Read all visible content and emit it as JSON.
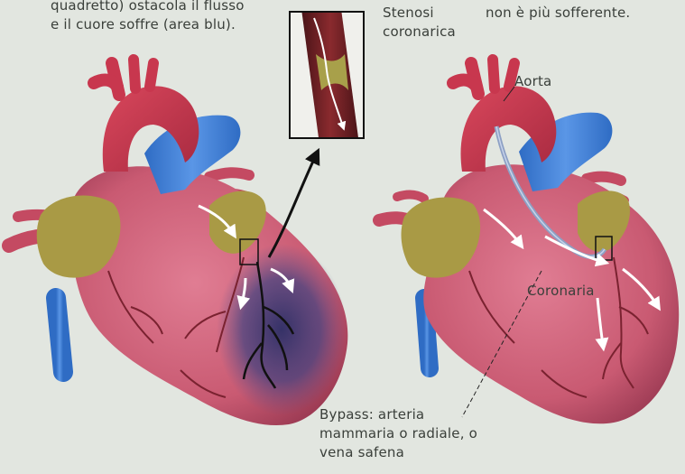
{
  "captions": {
    "left_line1": "quadretto) ostacola il flusso",
    "left_line2": "e il cuore soffre (area blu).",
    "stenosi_line1": "Stenosi",
    "stenosi_line2": "coronarica",
    "right_line1": "non è più sofferente."
  },
  "labels": {
    "aorta": "Aorta",
    "coronaria": "Coronaria",
    "bypass_line1": "Bypass: arteria",
    "bypass_line2": "mammaria o radiale, o",
    "bypass_line3": "vena safena"
  },
  "colors": {
    "background": "#e2e6e0",
    "heart": "#c95a72",
    "aorta": "#c8374e",
    "vein": "#3f7fd6",
    "atrium": "#a99a45",
    "ischemia": "#3b3f78",
    "text": "#3a3f3a"
  }
}
